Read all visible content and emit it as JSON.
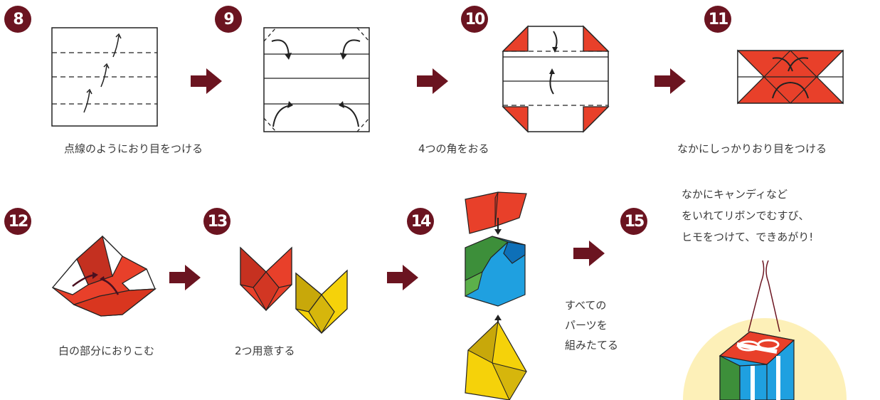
{
  "steps": [
    {
      "number": "8"
    },
    {
      "number": "9"
    },
    {
      "number": "10"
    },
    {
      "number": "11"
    },
    {
      "number": "12"
    },
    {
      "number": "13"
    },
    {
      "number": "14"
    },
    {
      "number": "15"
    }
  ],
  "captions": {
    "step8": "点線のようにおり目をつける",
    "step10": "4つの角をおる",
    "step11": "なかにしっかりおり目をつける",
    "step12": "白の部分におりこむ",
    "step13": "2つ用意する",
    "step14_line1": "すべての",
    "step14_line2": "パーツを",
    "step14_line3": "組みたてる",
    "step15_line1": "なかにキャンディなど",
    "step15_line2": "をいれてリボンでむすび、",
    "step15_line3": "ヒモをつけて、できあがり!"
  },
  "colors": {
    "badge": "#6b1420",
    "arrow": "#6b1420",
    "red": "#e8402a",
    "yellow": "#f5d20a",
    "green": "#3d8f3a",
    "blue": "#1fa0e0",
    "glow": "#fdf0b8"
  }
}
